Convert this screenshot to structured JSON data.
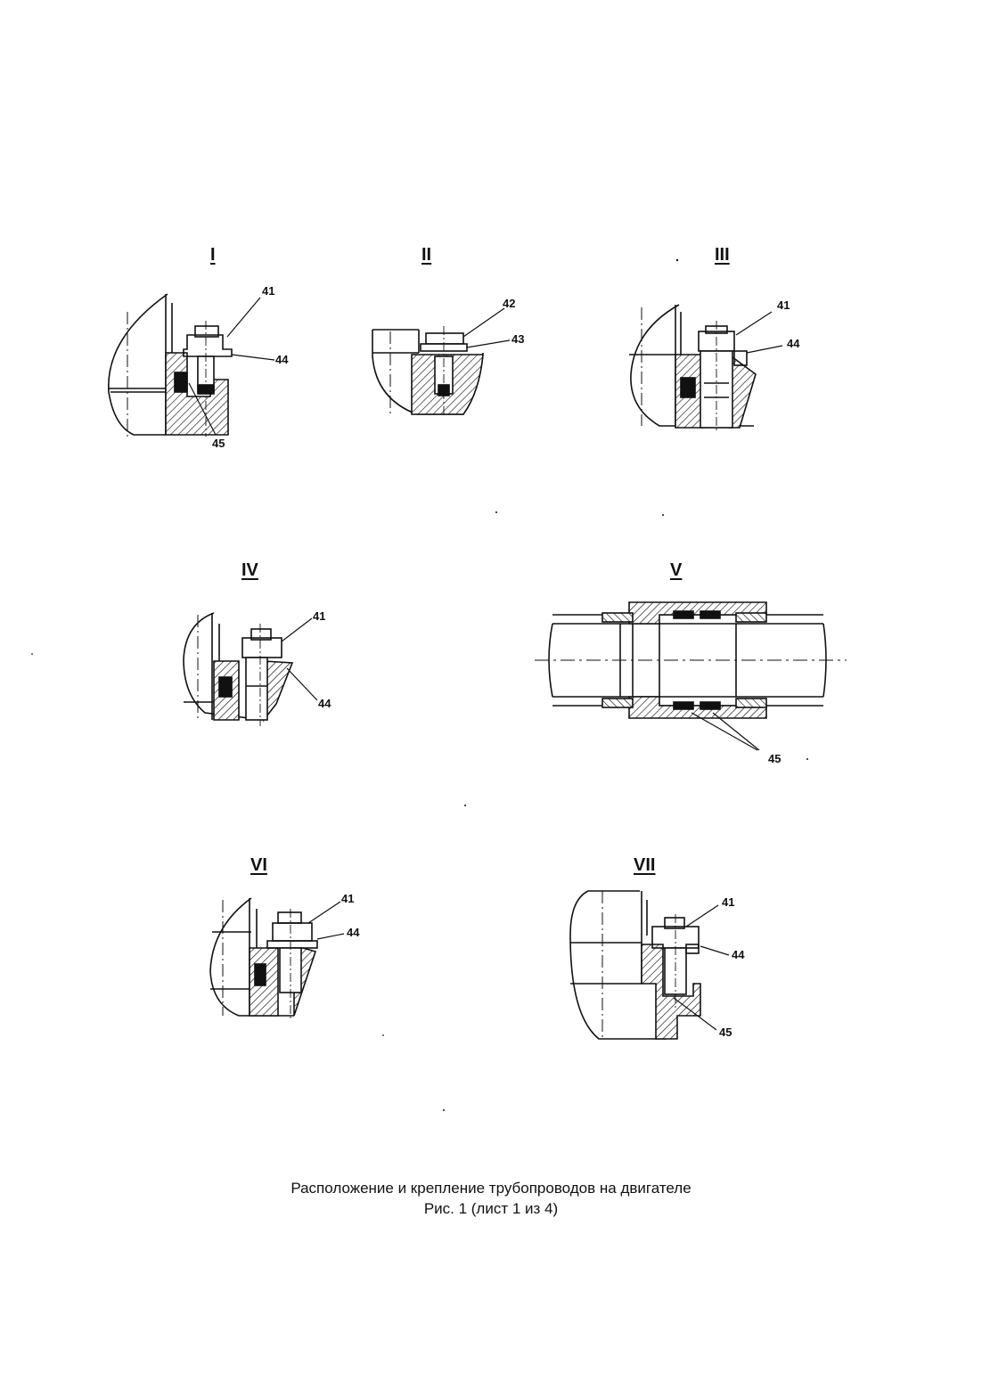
{
  "views": [
    {
      "id": "I",
      "label": "I",
      "callouts": [
        "41",
        "44",
        "45"
      ]
    },
    {
      "id": "II",
      "label": "II",
      "callouts": [
        "42",
        "43"
      ]
    },
    {
      "id": "III",
      "label": "III",
      "callouts": [
        "41",
        "44"
      ]
    },
    {
      "id": "IV",
      "label": "IV",
      "callouts": [
        "41",
        "44"
      ]
    },
    {
      "id": "V",
      "label": "V",
      "callouts": [
        "45"
      ]
    },
    {
      "id": "VI",
      "label": "VI",
      "callouts": [
        "41",
        "44"
      ]
    },
    {
      "id": "VII",
      "label": "VII",
      "callouts": [
        "41",
        "44",
        "45"
      ]
    }
  ],
  "caption": {
    "line1": "Расположение и крепление трубопроводов на двигателе",
    "line2": "Рис. 1 (лист 1 из 4)"
  },
  "colors": {
    "ink": "#111111",
    "paper": "#ffffff"
  }
}
